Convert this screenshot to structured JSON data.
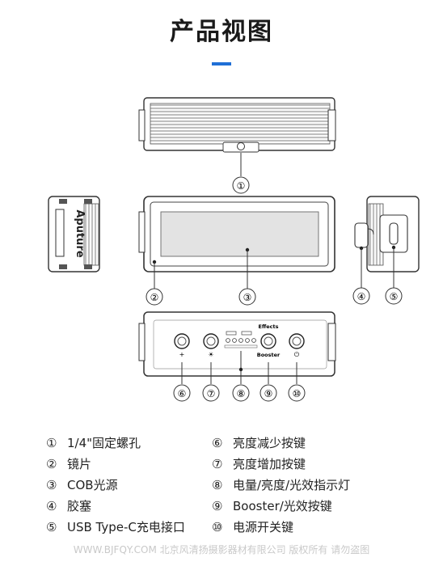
{
  "header": {
    "title": "产品视图"
  },
  "device": {
    "brand": "Aputure",
    "button_labels": [
      "+",
      "☀",
      "Booster",
      "⏻"
    ],
    "effects_label": "Effects"
  },
  "callouts": [
    "①",
    "②",
    "③",
    "④",
    "⑤",
    "⑥",
    "⑦",
    "⑧",
    "⑨",
    "⑩"
  ],
  "legend": [
    {
      "num": "①",
      "label": "1/4\"固定螺孔"
    },
    {
      "num": "②",
      "label": "镜片"
    },
    {
      "num": "③",
      "label": "COB光源"
    },
    {
      "num": "④",
      "label": "胶塞"
    },
    {
      "num": "⑤",
      "label": "USB Type-C充电接口"
    },
    {
      "num": "⑥",
      "label": "亮度减少按键"
    },
    {
      "num": "⑦",
      "label": "亮度增加按键"
    },
    {
      "num": "⑧",
      "label": "电量/亮度/光效指示灯"
    },
    {
      "num": "⑨",
      "label": "Booster/光效按键"
    },
    {
      "num": "⑩",
      "label": "电源开关键"
    }
  ],
  "watermark": "WWW.BJFQY.COM 北京风清扬摄影器材有限公司 版权所有 请勿盗图"
}
